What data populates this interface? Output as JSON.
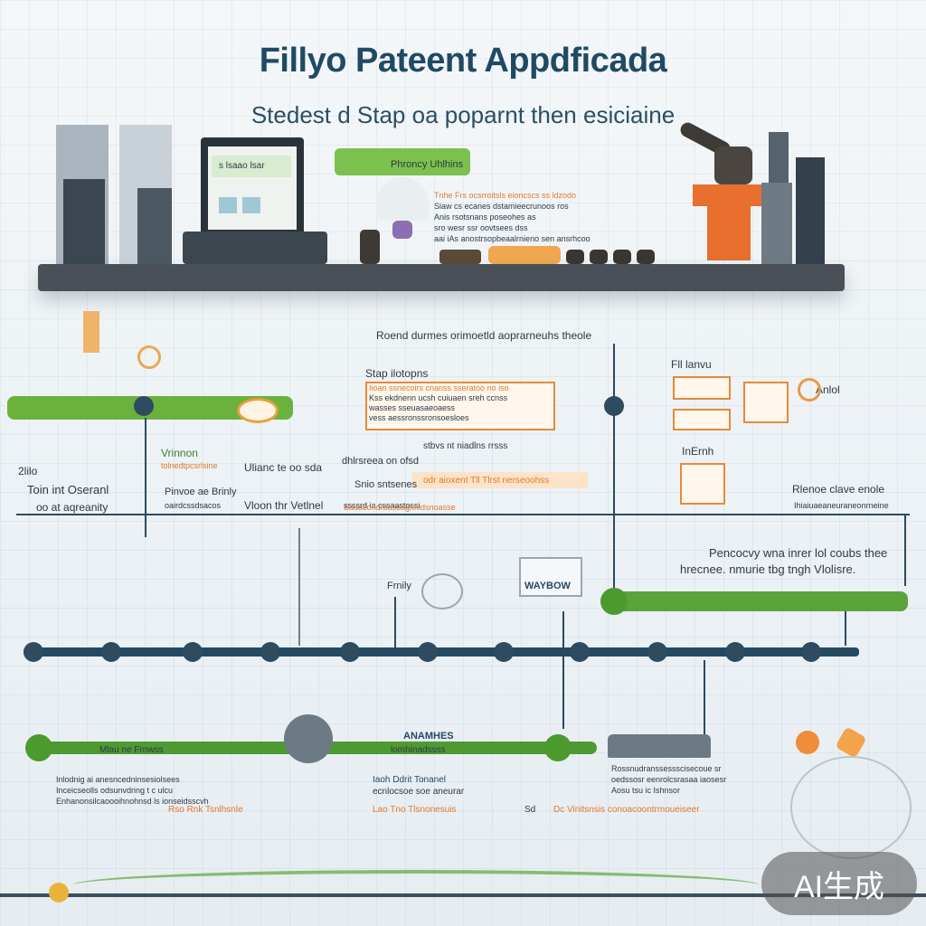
{
  "header": {
    "title": "Fillyo Pateent Appdficada",
    "subtitle": "Stedest d Stap oa poparnt then esiciaine"
  },
  "shelf": {
    "monitor_label": "s  lsaao lsar",
    "sign_text": "Phroncy  Uhlhins",
    "notes": [
      "Tnhe Frs ocsrroitsls eioncscs ss ldzodo",
      "Siaw  cs ecanes  dstamieecrunoos  ros",
      "Anis rsotsnans poseohes as",
      "sro wesr ssr oovtsees  dss",
      "aai  iAs  anostrsopbeaalrnieno  sen  ansrhcoo"
    ]
  },
  "middle": {
    "center_caption": "Roend durmes  orimoetld  aoprarneuhs  theole",
    "step_label": "Stap  ilotopns",
    "orange_notes": [
      "Iioan  ssnecoirs cnanss sseratoo  no  iso",
      "Kss ekdnenn  ucsh cuiuaen  sreh  ccnss",
      "wasses sseuasaeoaess",
      "vess aessronssronsoesloes",
      "stbvs  nt  niadlns  rrsss"
    ],
    "mid_tag": "dhlrsreea  on  ofsd",
    "strip_text": "odr aioxent  Tll  Tlrst  nerseoohss",
    "strip_left": "Snio  sntsenes",
    "strip_bottom": "Sauacondroasoagrinidsnoasse",
    "right_title": "Fll lanvu",
    "right_sub": "Anlol",
    "right_mid": "InErnh",
    "left_num": "2lilo",
    "left_line1": "Toin  int  Oseranl",
    "left_line2": "oo  at  aqreanity",
    "col2_title": "Vrinnon",
    "col2_sub": "tolnedtpcsrlsine",
    "col2_line": "Pinvoe  ae  Brinly",
    "col2_line2": "oairdcssdsacos",
    "col3_title": "Ulianc  te  oo  sda",
    "col3_line": "Vloon  thr  Vetlnel",
    "col3_line2": "ssssrd  ia  cssaastossi",
    "right_line": "Rlenoe  clave  enole",
    "right_line2": "Ihiaiuaeaneuraneonrneine"
  },
  "lower": {
    "note": "Pencocvy  wna  inrer  lol  coubs  thee",
    "note2": "hrecnee.  nmurie  tbg  tngh  Vlolisre.",
    "frnily": "Frnily",
    "waybow": "WAYBOW",
    "mid_bar_left": "Mlau  ne  Frnwss",
    "anamhes": "ANAMHES",
    "anam_sub": "lomhinadssss",
    "col_a": [
      "Inlodnig  ai  anesncedninsesiolsees",
      "Inceicseolls  odsunvdring    t  c  ulcu",
      "Enhanonsilcaoooihnohnsd  ls  ionseidsscvh"
    ],
    "col_a_tail": "Rso  Rnk  Tsnlhsnle",
    "col_b": [
      "Iaoh  Ddrit  Tonanel",
      "ecnlocsoe  soe  aneurar"
    ],
    "col_b_tail": "Lao  Tno  Tlsnonesuis",
    "col_b_num": "Sd",
    "col_b_tail2": "Dc  Vinitsnsis  conoacoontrmoueiseer",
    "col_c": [
      "Rossnudranssessscisecoue  sr",
      "oedssosr  eenrolcsrasaa  iaosesr",
      "Aosu  tsu  ic  Ishnsor"
    ]
  },
  "footer": {
    "badge": "AI生成"
  },
  "colors": {
    "navy": "#244a63",
    "green": "#6ab23d",
    "orange": "#e58a3a"
  }
}
